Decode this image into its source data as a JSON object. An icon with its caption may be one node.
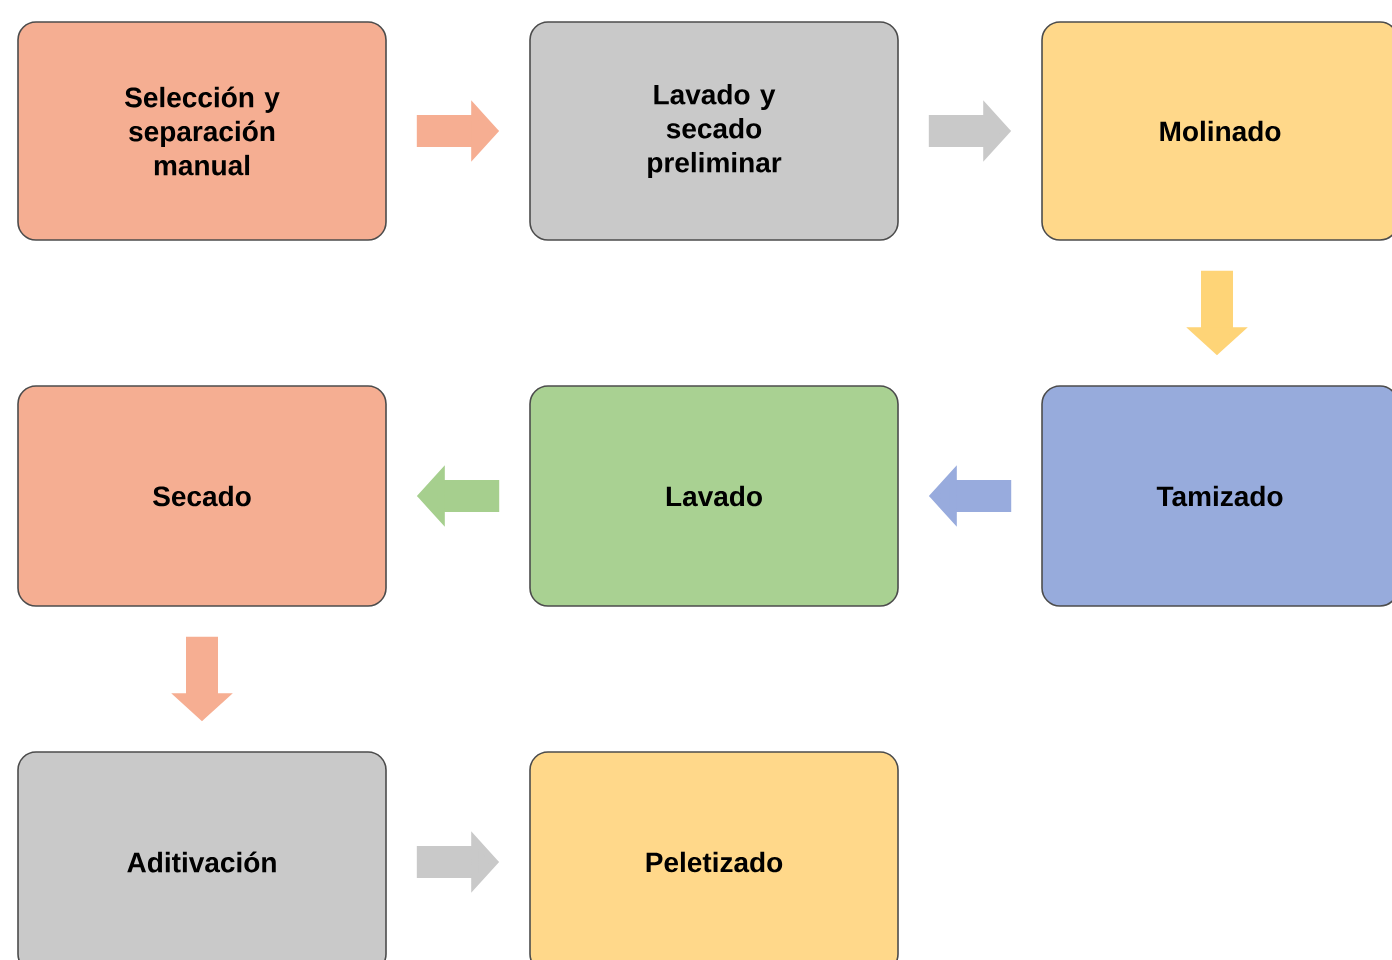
{
  "diagram": {
    "nodes": [
      {
        "text": [
          "Selección y separación manual"
        ]
      },
      {
        "text": [
          "Lavado y secado preliminar"
        ]
      },
      {
        "text": [
          "Molinado"
        ]
      },
      {
        "text": [
          "Tamizado"
        ]
      },
      {
        "text": [
          "Lavado"
        ]
      },
      {
        "text": [
          "Secado"
        ]
      },
      {
        "text": [
          "Aditivación"
        ]
      },
      {
        "text": [
          "Peletizado"
        ]
      }
    ],
    "edges": [
      {
        "from": 0,
        "to": 1,
        "arrow": "to",
        "color": "#f6ae92"
      },
      {
        "from": 1,
        "to": 2,
        "arrow": "to",
        "color": "#c9c9c9"
      },
      {
        "from": 2,
        "to": 3,
        "arrow": "to",
        "color": "#fed477"
      },
      {
        "from": 3,
        "to": 4,
        "arrow": "to",
        "color": "#98abdd"
      },
      {
        "from": 4,
        "to": 5,
        "arrow": "to",
        "color": "#a6cf8e"
      },
      {
        "from": 5,
        "to": 6,
        "arrow": "to",
        "color": "#f6ae92"
      },
      {
        "from": 6,
        "to": 7,
        "arrow": "to",
        "color": "#c9c9c9"
      }
    ]
  }
}
